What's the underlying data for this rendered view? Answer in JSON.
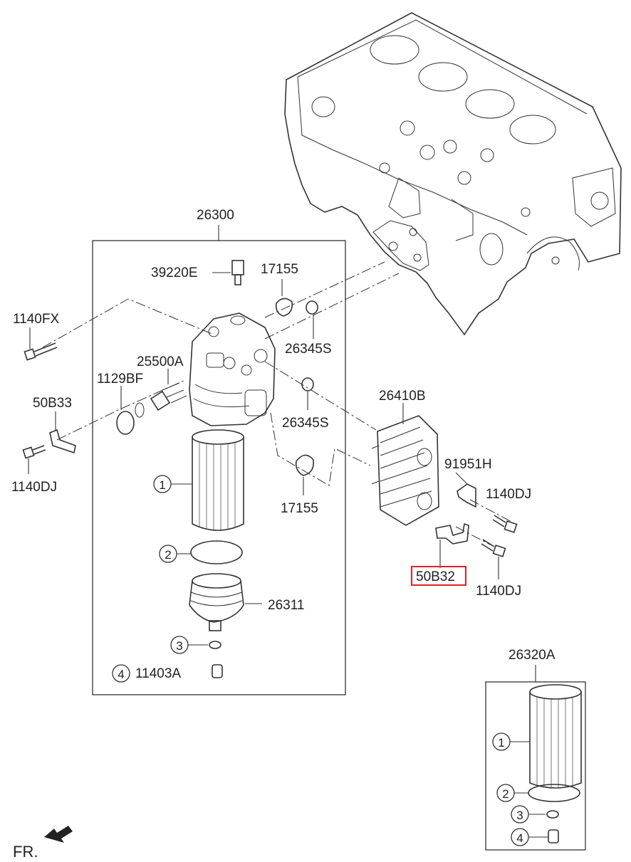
{
  "labels": {
    "assy_26300": "26300",
    "sensor_39220E": "39220E",
    "gasket_17155_top": "17155",
    "bolt_1140FX": "1140FX",
    "oring_26345S_top": "26345S",
    "valve_25500A": "25500A",
    "plug_1129BF": "1129BF",
    "bracket_50B33": "50B33",
    "bolt_1140DJ_left": "1140DJ",
    "oring_26345S_mid": "26345S",
    "gasket_17155_bottom": "17155",
    "cooler_26410B": "26410B",
    "bracket_91951H": "91951H",
    "bolt_1140DJ_right_top": "1140DJ",
    "bracket_50B32": "50B32",
    "bolt_1140DJ_right_bottom": "1140DJ",
    "cap_26311": "26311",
    "plug_11403A": "11403A",
    "kit_26320A": "26320A",
    "front_indicator": "FR."
  },
  "ref_numbers": {
    "main_filter": "1",
    "main_oring": "2",
    "main_small_oring": "3",
    "main_drain": "4",
    "kit_filter": "1",
    "kit_oring": "2",
    "kit_small_oring": "3",
    "kit_drain": "4"
  },
  "highlight_color": "#e0202a",
  "highlighted_part": "50B32",
  "icons": {
    "front_arrow": "arrow-icon"
  }
}
